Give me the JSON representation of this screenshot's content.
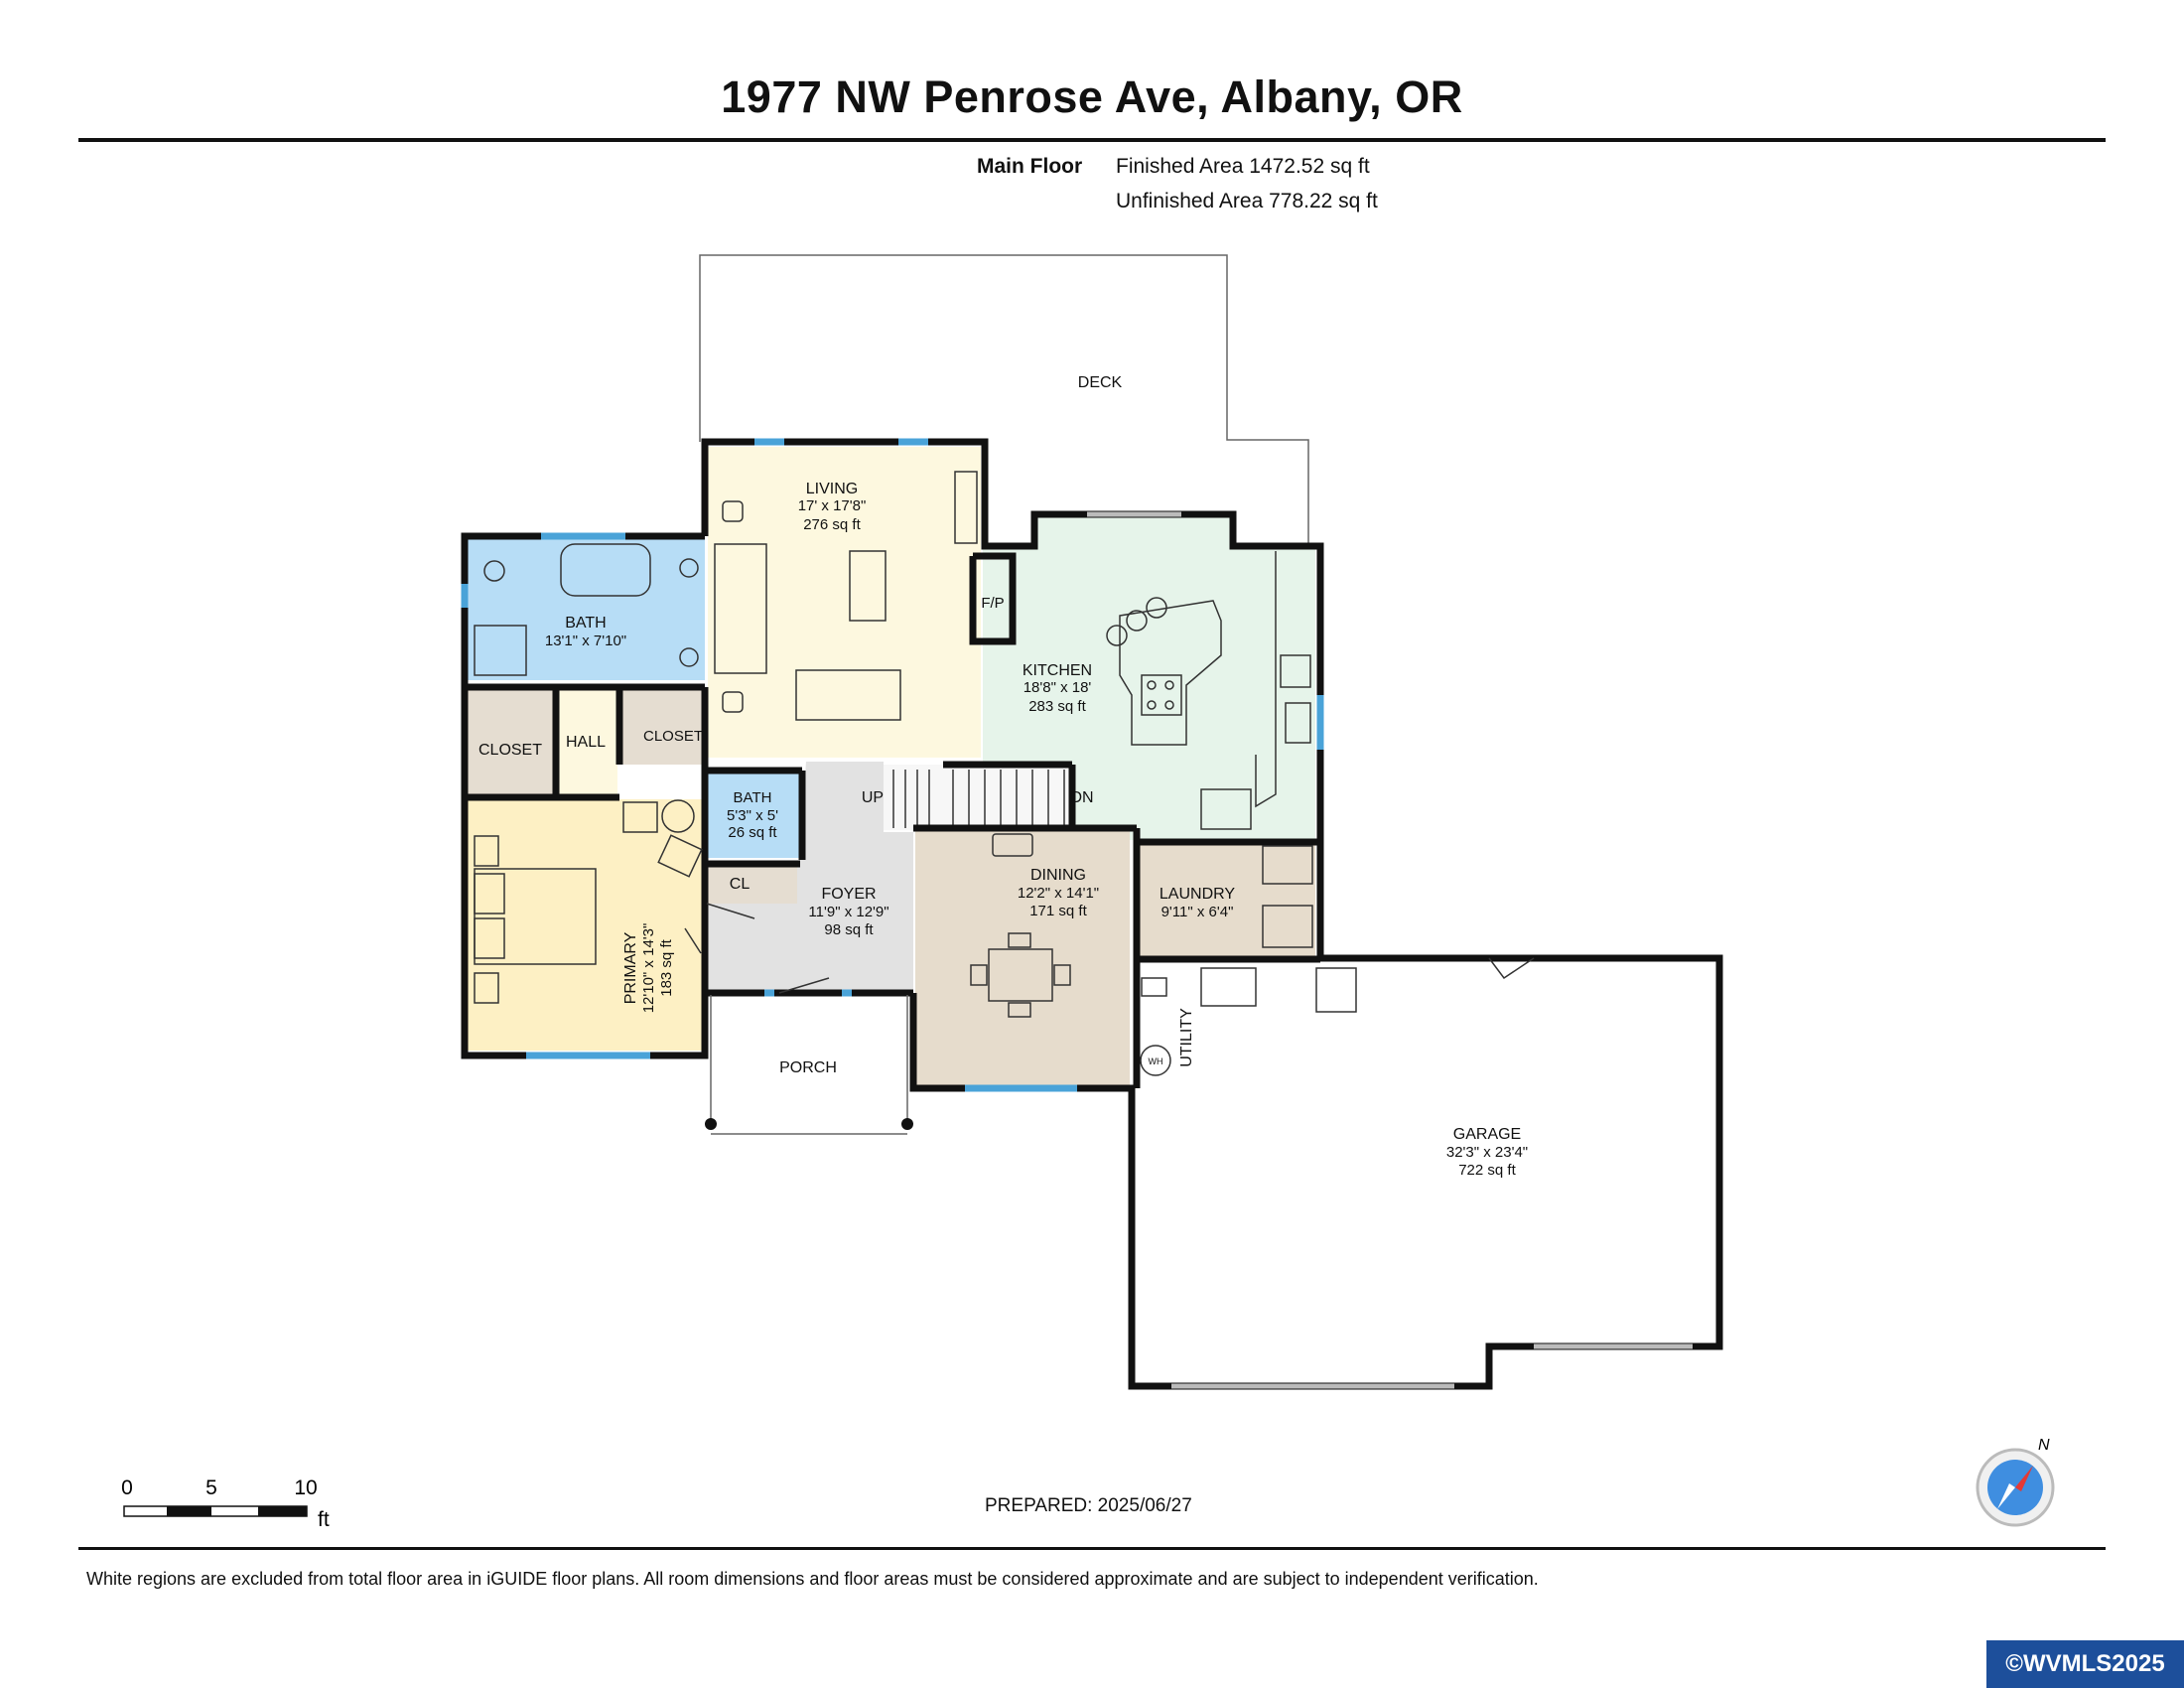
{
  "header": {
    "address": "1977 NW Penrose Ave, Albany, OR",
    "floor_name": "Main Floor",
    "finished_area": "Finished Area 1472.52 sq ft",
    "unfinished_area": "Unfinished Area 778.22 sq ft"
  },
  "rooms": {
    "deck": {
      "name": "DECK"
    },
    "living": {
      "name": "LIVING",
      "dims": "17' x 17'8\"",
      "area": "276 sq ft"
    },
    "bath_primary": {
      "name": "BATH",
      "dims": "13'1\" x 7'10\""
    },
    "fireplace": {
      "name": "F/P"
    },
    "kitchen": {
      "name": "KITCHEN",
      "dims": "18'8\" x 18'",
      "area": "283 sq ft"
    },
    "closet_left": {
      "name": "CLOSET"
    },
    "hall": {
      "name": "HALL"
    },
    "closet_right": {
      "name": "CLOSET"
    },
    "bath_half": {
      "name": "BATH",
      "dims": "5'3\" x 5'",
      "area": "26 sq ft"
    },
    "stairs_up": {
      "name": "UP"
    },
    "stairs_down": {
      "name": "DN"
    },
    "closet_small": {
      "name": "CL"
    },
    "foyer": {
      "name": "FOYER",
      "dims": "11'9\" x 12'9\"",
      "area": "98 sq ft"
    },
    "dining": {
      "name": "DINING",
      "dims": "12'2\" x 14'1\"",
      "area": "171 sq ft"
    },
    "laundry": {
      "name": "LAUNDRY",
      "dims": "9'11\" x 6'4\""
    },
    "primary": {
      "name": "PRIMARY",
      "dims": "12'10\" x 14'3\"",
      "area": "183 sq ft"
    },
    "utility": {
      "name": "UTILITY"
    },
    "water_heater": {
      "name": "WH"
    },
    "porch": {
      "name": "PORCH"
    },
    "garage": {
      "name": "GARAGE",
      "dims": "32'3\" x 23'4\"",
      "area": "722 sq ft"
    }
  },
  "scale": {
    "ticks": [
      "0",
      "5",
      "10"
    ],
    "unit": "ft"
  },
  "compass": {
    "north_label": "N"
  },
  "footer": {
    "prepared": "PREPARED: 2025/06/27",
    "disclaimer": "White regions are excluded from total floor area in iGUIDE floor plans. All room dimensions and floor areas must be considered approximate and are subject to independent verification.",
    "copyright": "©WVMLS2025"
  },
  "colors": {
    "living": "#fdf8df",
    "bath": "#b7ddf6",
    "kitchen": "#e6f4ea",
    "closet": "#e5ddd1",
    "hall": "#fdf8df",
    "primary": "#fdf0c4",
    "foyer": "#e2e2e2",
    "dining": "#e6dccc",
    "laundry": "#e6dccc",
    "garage": "#ffffff",
    "wall": "#111111",
    "window": "#4aa3d8"
  }
}
